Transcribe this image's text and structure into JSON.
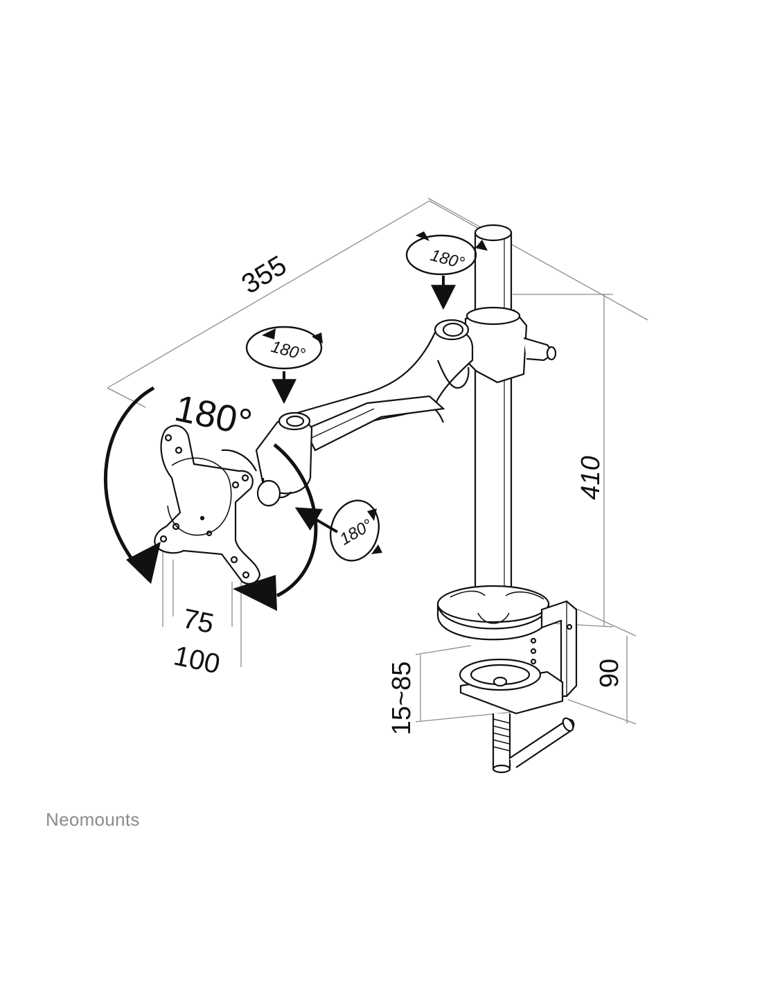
{
  "dimensions": {
    "arm_length": "355",
    "pole_height": "410",
    "clamp_height": "90",
    "desk_thickness": "15~85",
    "vesa_small": "75",
    "vesa_large": "100"
  },
  "rotations": {
    "screen": "180°",
    "head_swivel": "180°",
    "elbow": "180°",
    "arm_base": "180°"
  },
  "brand": "Neomounts",
  "colors": {
    "line": "#111111",
    "dimension": "#8a8a8a",
    "brand": "#8a8a8a"
  }
}
